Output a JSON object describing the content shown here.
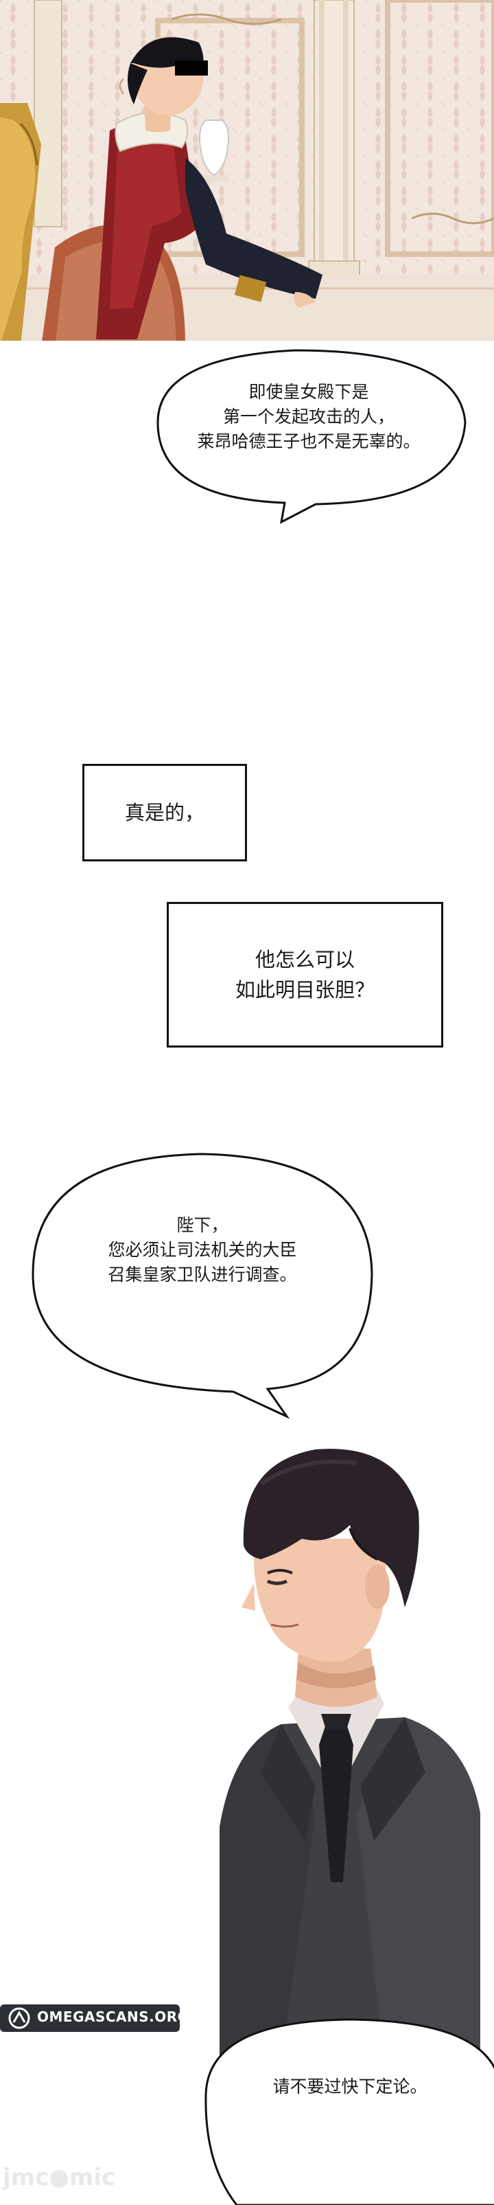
{
  "speech": {
    "bubble1": [
      "即使皇女殿下是",
      "第一个发起攻击的人，",
      "莱昂哈德王子也不是无辜的。"
    ],
    "box1": "真是的，",
    "box2": [
      "他怎么可以",
      "如此明目张胆？"
    ],
    "bubble2": [
      "陛下，",
      "您必须让司法机关的大臣",
      "召集皇家卫队进行调查。"
    ],
    "bubble3": "请不要过快下定论。"
  },
  "watermark": {
    "label": "OMEGASCANS.ORG"
  },
  "footer_mark": "jmc●mic",
  "colors": {
    "bg": "#ffffff",
    "ink": "#111111",
    "wallpaper": "#f1e3da",
    "suit": "#3f4043"
  }
}
